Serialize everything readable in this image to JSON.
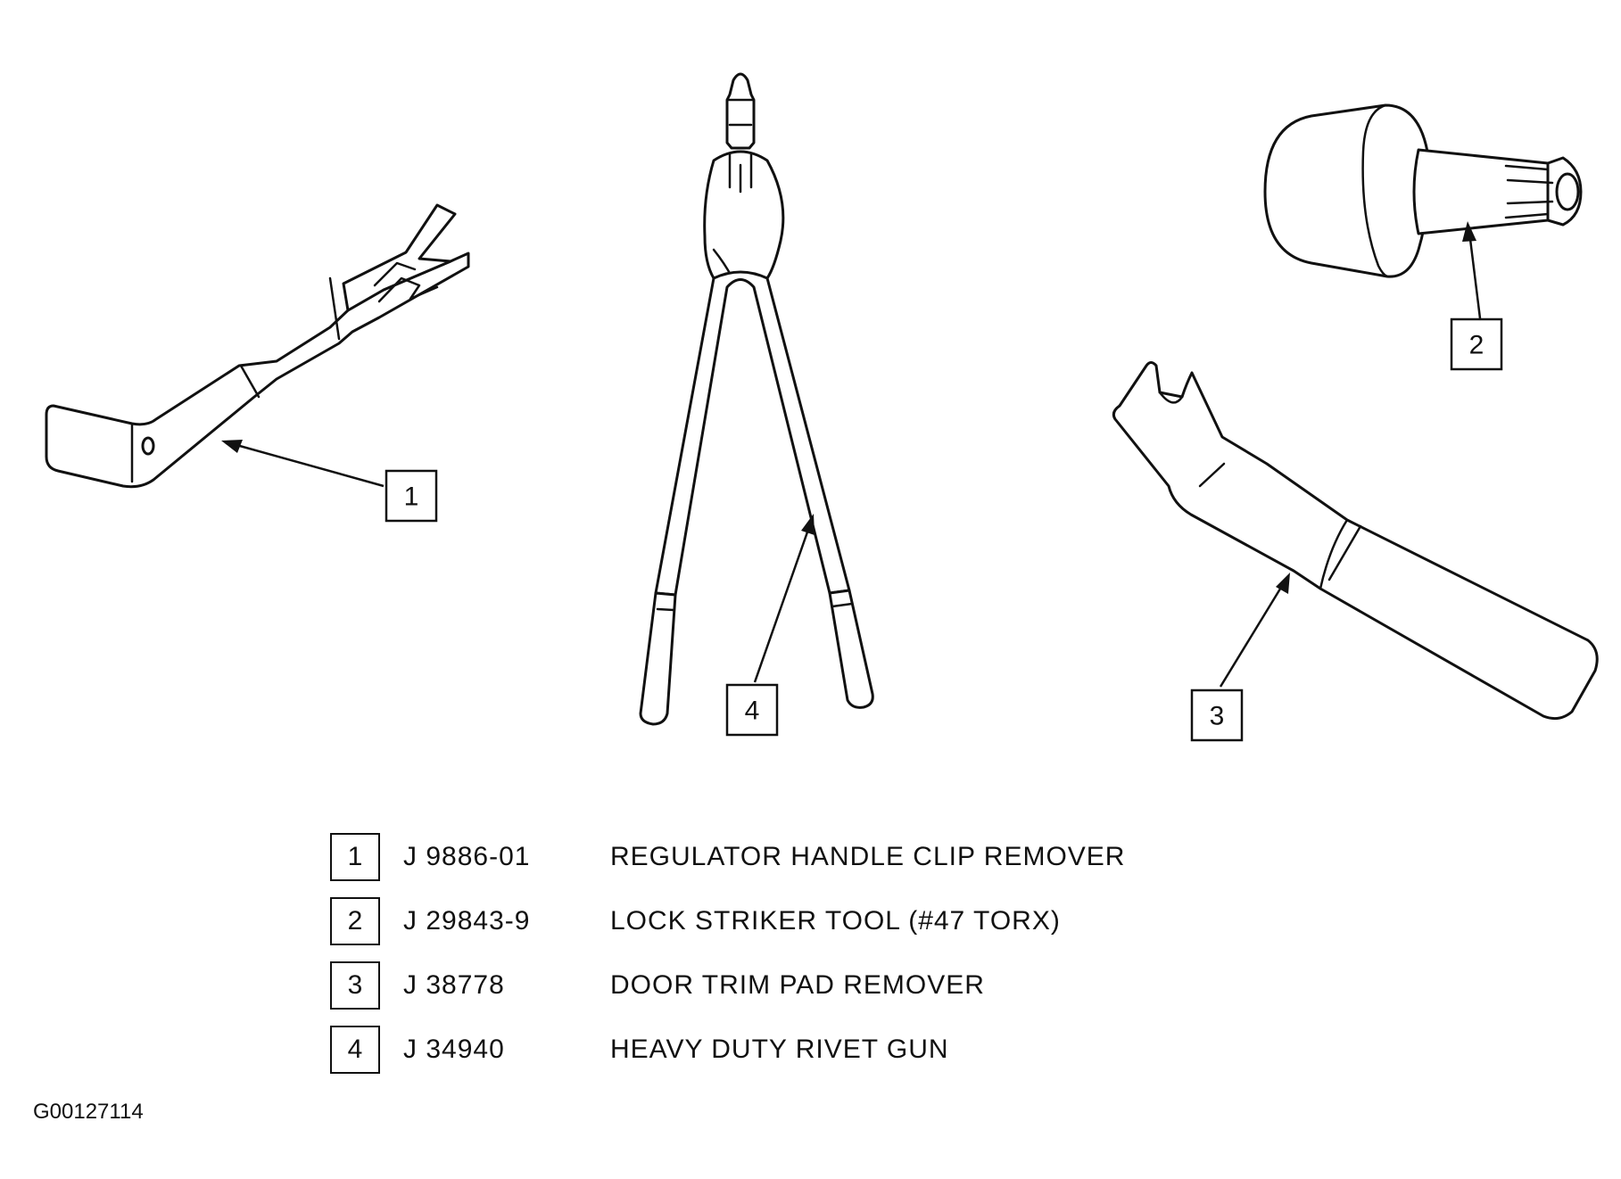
{
  "callouts": {
    "c1": "1",
    "c2": "2",
    "c3": "3",
    "c4": "4"
  },
  "legend": [
    {
      "number": "1",
      "part_number": "J 9886-01",
      "description": "REGULATOR HANDLE CLIP REMOVER"
    },
    {
      "number": "2",
      "part_number": "J 29843-9",
      "description": "LOCK STRIKER TOOL (#47 TORX)"
    },
    {
      "number": "3",
      "part_number": "J 38778",
      "description": "DOOR TRIM PAD REMOVER"
    },
    {
      "number": "4",
      "part_number": "J 34940",
      "description": "HEAVY DUTY RIVET GUN"
    }
  ],
  "figure_id": "G00127114",
  "colors": {
    "ink": "#111111",
    "background": "#ffffff"
  }
}
